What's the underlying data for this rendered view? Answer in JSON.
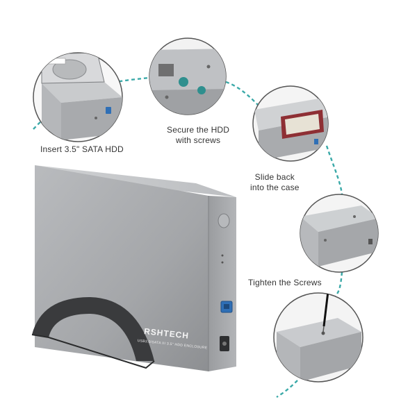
{
  "steps": [
    {
      "label": "Insert 3.5\" SATA HDD"
    },
    {
      "label": "Secure the HDD\nwith screws"
    },
    {
      "label": "Slide back\ninto the case"
    },
    {
      "label": "Tighten the Screws"
    }
  ],
  "product": {
    "brand": "RSHTECH",
    "model_text": "USB3.0/SATA III 3.5\" HDD ENCLOSURE"
  },
  "colors": {
    "enclosure": "#a9abae",
    "enclosure_dark": "#8c8e91",
    "dashed_connector": "#3aa9a8",
    "usb_port": "#2f6fb6",
    "caption_text": "#333333"
  },
  "icons": [
    "hdd-drive-icon",
    "usb-b-port-icon",
    "dc-power-jack-icon",
    "screwdriver-icon",
    "power-button-icon"
  ]
}
